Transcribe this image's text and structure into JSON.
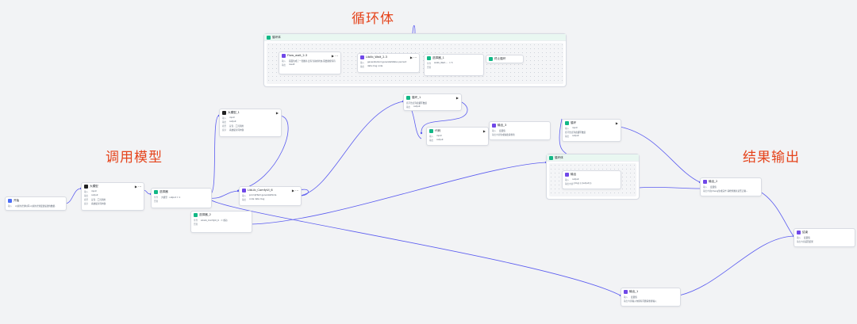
{
  "annotations": {
    "loop": "循环体",
    "call_model": "调用模型",
    "output": "结果输出"
  },
  "colors": {
    "edge": "#5b5cf0",
    "annotation": "#e5441c",
    "group_header": "#e9f7f1"
  },
  "groups": {
    "loop_body": {
      "title": "循环体"
    },
    "loop_inner": {
      "title": "循环体"
    }
  },
  "nodes": {
    "start": {
      "title": "开始",
      "rows": [
        {
          "k": "输入",
          "v": "以前的计划时间,以前的计划变更描述的数据,"
        }
      ]
    },
    "llm_a": {
      "title": "大模型",
      "action": "▶ ···",
      "rows": [
        {
          "k": "输入",
          "v": "input"
        },
        {
          "k": "输出",
          "v": "output"
        },
        {
          "k": "模型",
          "v": "豆包 · 工具调用"
        },
        {
          "k": "提示",
          "v": "系统提示词内容"
        }
      ]
    },
    "selector": {
      "title": "选择器",
      "action": "",
      "rows": [
        {
          "k": "条件",
          "v": "大模型 · output  =  1"
        },
        {
          "k": "否则",
          "v": ""
        }
      ]
    },
    "llm_1": {
      "title": "大模型_1",
      "action": "▶",
      "rows": [
        {
          "k": "输入",
          "v": "input"
        },
        {
          "k": "输出",
          "v": "output"
        },
        {
          "k": "模型",
          "v": "豆包 · 工具调用"
        },
        {
          "k": "提示",
          "v": "系统提示词内容"
        }
      ]
    },
    "selector_2": {
      "title": "选择器_2",
      "rows": [
        {
          "k": "条件",
          "v": "LibLib_ComfyUI_6 · =  成功"
        },
        {
          "k": "否则",
          "v": ""
        }
      ]
    },
    "comfyui": {
      "title": "LibLib_ComfyUI_6",
      "action": "▶ ···",
      "rows": [
        {
          "k": "输入",
          "v": "promptText  generateMode"
        },
        {
          "k": "输出",
          "v": "code  data  msg"
        }
      ]
    },
    "flow_wait": {
      "title": "Flow_wait_2-3",
      "action": "▶ ···",
      "rows": [
        {
          "k": "输入",
          "v": "画面生成了一张图片,还有当前的状态,需要继续等待"
        },
        {
          "k": "输出",
          "v": "result"
        }
      ]
    },
    "liblib_wait": {
      "title": "Liblib_Wait_2-3",
      "action": "▶ ···",
      "rows": [
        {
          "k": "输入",
          "v": "generateUuid  generateStatus  percent"
        },
        {
          "k": "输出",
          "v": "data  msg  code"
        }
      ]
    },
    "selector_1": {
      "title": "选择器_1",
      "rows": [
        {
          "k": "条件",
          "v": "Liblib_Wait... · =  5"
        },
        {
          "k": "否则",
          "v": ""
        }
      ]
    },
    "break_loop": {
      "title": "终止循环"
    },
    "loop_1": {
      "title": "循环_1",
      "action": "▶",
      "rows": [
        {
          "k": "循环数组",
          "v": "列表循环数组"
        },
        {
          "k": "输出",
          "v": "output"
        }
      ]
    },
    "code": {
      "title": "代码",
      "action": "▶",
      "rows": [
        {
          "k": "输入",
          "v": "input"
        },
        {
          "k": "输出",
          "v": "output"
        }
      ]
    },
    "output_3": {
      "title": "输出_3",
      "rows": [
        {
          "k": "输入",
          "v": "变量值"
        },
        {
          "k": "输出内容",
          "v": "生成失败请重新"
        }
      ]
    },
    "loop": {
      "title": "循环",
      "action": "▶",
      "rows": [
        {
          "k": "输入",
          "v": "input"
        },
        {
          "k": "循环数组",
          "v": "列表循环数组"
        },
        {
          "k": "输出",
          "v": "output"
        }
      ]
    },
    "output_inner": {
      "title": "输出",
      "rows": [
        {
          "k": "输入",
          "v": "output"
        },
        {
          "k": "输出内容",
          "v": "{img}{{output}}"
        }
      ]
    },
    "output_2": {
      "title": "输出_2",
      "rows": [
        {
          "k": "输入",
          "v": "变量值"
        },
        {
          "k": "输出内容",
          "v": "Jimeng生成完毕,请检查图片是否正确..."
        }
      ]
    },
    "end": {
      "title": "结束",
      "rows": [
        {
          "k": "输入",
          "v": "变量值"
        },
        {
          "k": "输出内容",
          "v": "返回结果"
        }
      ]
    },
    "output_1": {
      "title": "输出_1",
      "rows": [
        {
          "k": "输入",
          "v": "变量值"
        },
        {
          "k": "输出内容",
          "v": "输入内容有问题请重新输入"
        }
      ]
    }
  }
}
